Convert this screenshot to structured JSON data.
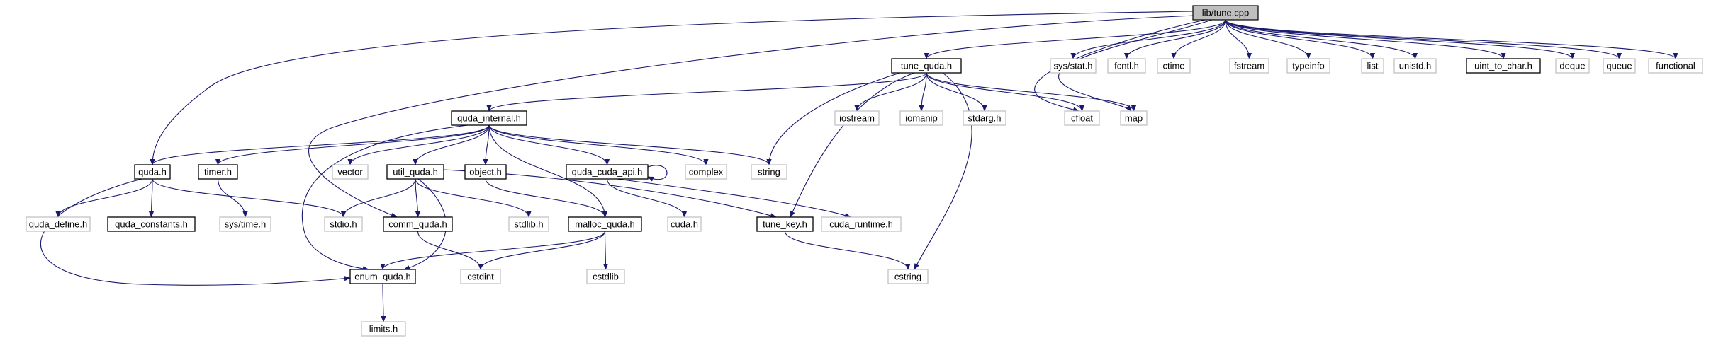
{
  "graph": {
    "root": "lib/tune.cpp",
    "colors": {
      "edge": "#191970",
      "root_fill": "#bfbfbf",
      "documented_border": "#000000",
      "external_border": "#bfbfbf"
    },
    "nodes": {
      "tune_cpp": "lib/tune.cpp",
      "tune_quda_h": "tune_quda.h",
      "sys_stat_h": "sys/stat.h",
      "fcntl_h": "fcntl.h",
      "ctime": "ctime",
      "fstream": "fstream",
      "typeinfo": "typeinfo",
      "list": "list",
      "unistd_h": "unistd.h",
      "uint_to_char_h": "uint_to_char.h",
      "deque": "deque",
      "queue": "queue",
      "functional": "functional",
      "quda_internal_h": "quda_internal.h",
      "iostream": "iostream",
      "iomanip": "iomanip",
      "stdarg_h": "stdarg.h",
      "cfloat": "cfloat",
      "map": "map",
      "quda_h": "quda.h",
      "timer_h": "timer.h",
      "vector": "vector",
      "util_quda_h": "util_quda.h",
      "object_h": "object.h",
      "quda_cuda_api_h": "quda_cuda_api.h",
      "complex": "complex",
      "string": "string",
      "quda_define_h": "quda_define.h",
      "quda_constants_h": "quda_constants.h",
      "sys_time_h": "sys/time.h",
      "stdio_h": "stdio.h",
      "comm_quda_h": "comm_quda.h",
      "stdlib_h": "stdlib.h",
      "malloc_quda_h": "malloc_quda.h",
      "cuda_h": "cuda.h",
      "tune_key_h": "tune_key.h",
      "cuda_runtime_h": "cuda_runtime.h",
      "enum_quda_h": "enum_quda.h",
      "cstdint": "cstdint",
      "cstdlib": "cstdlib",
      "cstring": "cstring",
      "limits_h": "limits.h"
    }
  }
}
